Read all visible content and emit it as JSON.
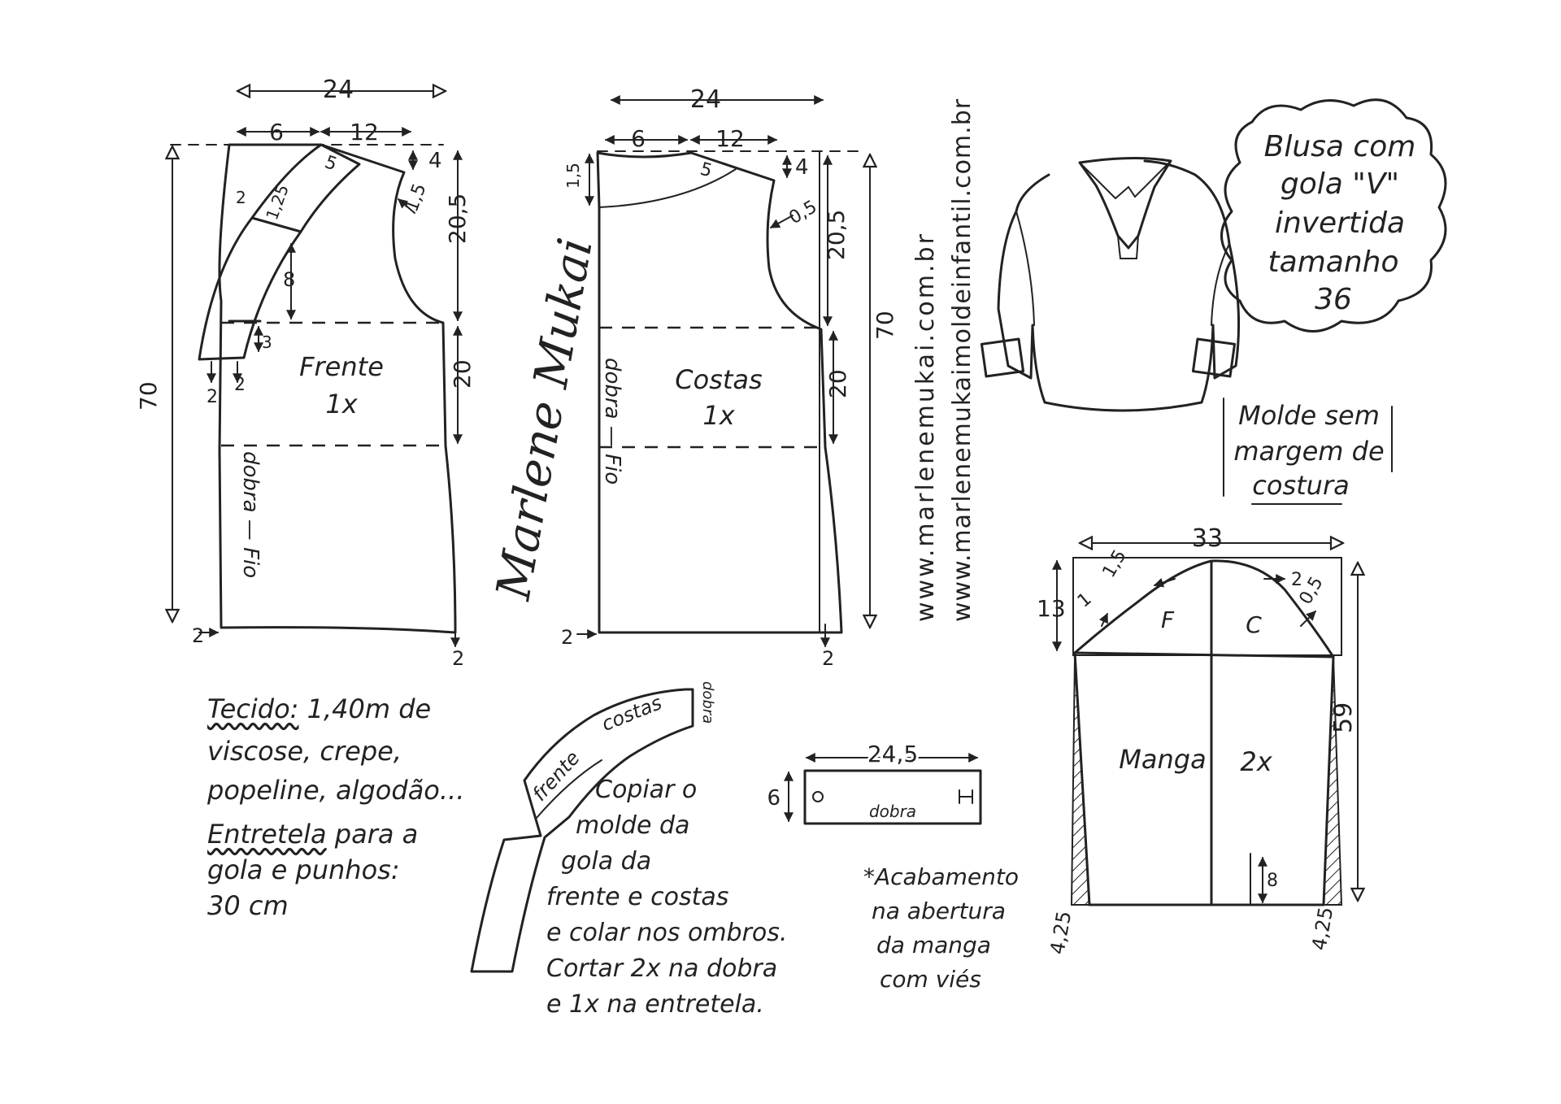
{
  "title_box": {
    "line1": "Blusa com",
    "line2": "gola \"V\"",
    "line3": "invertida",
    "line4": "tamanho",
    "line5": "36"
  },
  "margin_note": {
    "line1": "Molde sem",
    "line2": "margem de",
    "line3": "costura"
  },
  "websites": {
    "site1": "www.marlenemukai.com.br",
    "site2": "www.marlenemukaimoldeinfantil.com.br"
  },
  "signature": "Marlene Mukai",
  "front": {
    "label": "Frente",
    "count": "1x",
    "fold": "dobra — Fio",
    "dims": {
      "width": "24",
      "neck": "6",
      "shoulder": "12",
      "drop": "4",
      "neck_depth": "5",
      "armhole_depth": "20,5",
      "armhole_curve": "1,5",
      "lapel_a": "2",
      "lapel_b": "1,25",
      "lapel_c": "8",
      "lapel_d": "3",
      "lapel_e": "2",
      "lapel_f": "2",
      "waist": "20",
      "length": "70",
      "hem_left": "2",
      "hem_right": "2"
    }
  },
  "back": {
    "label": "Costas",
    "count": "1x",
    "fold": "dobra — Fio",
    "dims": {
      "width": "24",
      "neck": "6",
      "shoulder": "12",
      "drop": "4",
      "neck_depth": "5",
      "neck_rise": "1,5",
      "armhole_curve": "0,5",
      "armhole_depth": "20,5",
      "waist": "20",
      "length": "70",
      "hem_left": "2",
      "hem_right": "2"
    }
  },
  "sleeve": {
    "label": "Manga",
    "count": "2x",
    "front_mark": "F",
    "back_mark": "C",
    "dims": {
      "width": "33",
      "cap": "13",
      "length": "59",
      "cap_left": "1,5",
      "cap_right": "2",
      "cap_a": "1",
      "cap_b": "0,5",
      "slit": "8",
      "hem_left": "4,25",
      "hem_right": "4,25"
    }
  },
  "collar": {
    "back_label": "costas",
    "front_label": "frente",
    "fold": "dobra"
  },
  "cuff": {
    "width": "24,5",
    "height": "6",
    "fold": "dobra"
  },
  "fabric_note": {
    "line1_label": "Tecido:",
    "line1_text": "1,40m de",
    "line2": "viscose, crepe,",
    "line3": "popeline, algodão...",
    "line4_label": "Entretela",
    "line4_text": "para a",
    "line5": "gola e punhos:",
    "line6": "30 cm"
  },
  "collar_note": {
    "line1": "Copiar o",
    "line2": "molde da",
    "line3": "gola da",
    "line4": "frente e costas",
    "line5": "e colar nos ombros.",
    "line6": "Cortar 2x na dobra",
    "line7": "e 1x na entretela."
  },
  "finish_note": {
    "line1": "*Acabamento",
    "line2": "na abertura",
    "line3": "da manga",
    "line4": "com viés"
  }
}
